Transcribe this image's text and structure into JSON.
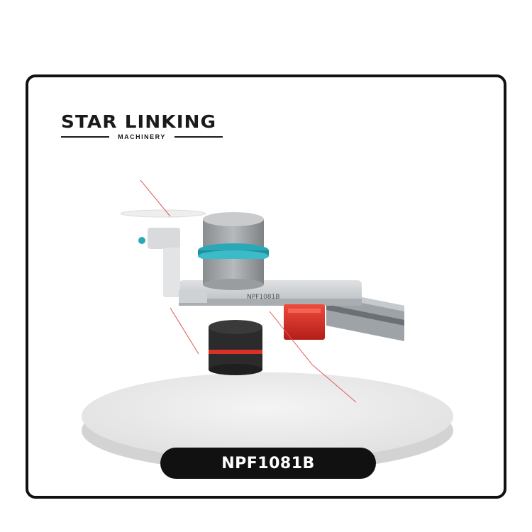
{
  "brand": {
    "name": "STAR LINKING",
    "subtitle": "MACHINERY"
  },
  "product": {
    "model": "NPF1081B",
    "label_on_arm": "NPF1081B"
  },
  "colors": {
    "frame": "#111111",
    "pill_bg": "#111111",
    "pill_text": "#ffffff",
    "accent_teal": "#2aa8b8",
    "accent_red": "#d9302a",
    "metal_grey": "#c9cccf"
  }
}
